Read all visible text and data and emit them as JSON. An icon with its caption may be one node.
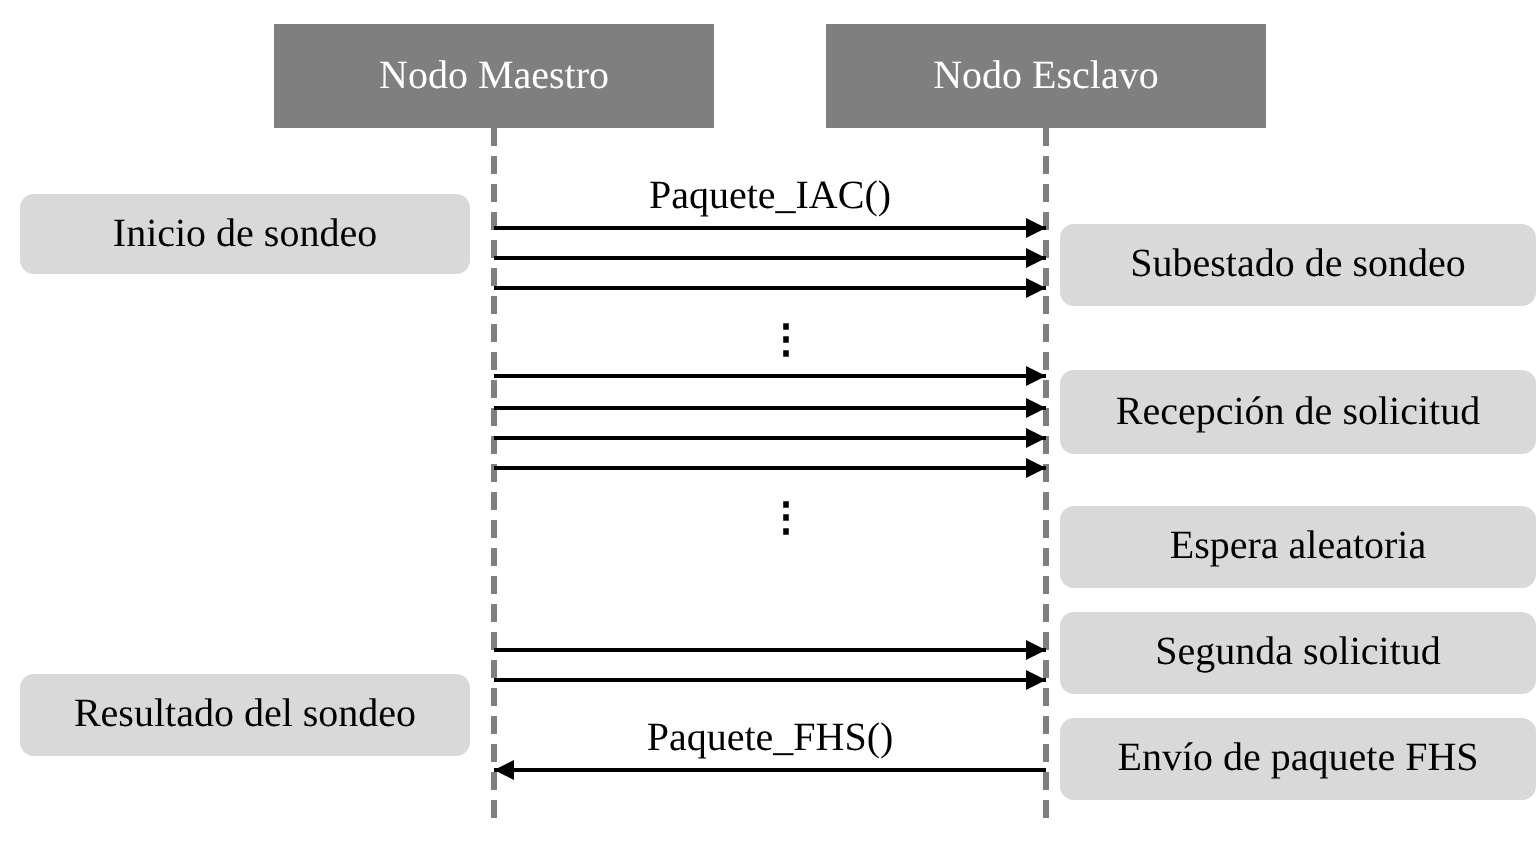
{
  "diagram": {
    "nodes": [
      {
        "text": [
          "Nodo Maestro"
        ]
      },
      {
        "text": [
          "Nodo Esclavo"
        ]
      },
      {
        "text": [
          "Inicio de sondeo"
        ]
      },
      {
        "text": [
          "Subestado de sondeo"
        ]
      },
      {
        "text": [
          "Recepción de solicitud"
        ]
      },
      {
        "text": [
          "Espera aleatoria"
        ]
      },
      {
        "text": [
          "Segunda solicitud"
        ]
      },
      {
        "text": [
          "Resultado del sondeo"
        ]
      },
      {
        "text": [
          "Envío de paquete FHS"
        ]
      }
    ],
    "edges": [
      {
        "from": 0,
        "to": 1,
        "arrow": "to",
        "label": "Paquete_IAC()"
      },
      {
        "from": 0,
        "to": 1,
        "arrow": "to"
      },
      {
        "from": 0,
        "to": 1,
        "arrow": "to"
      },
      {
        "from": 0,
        "to": 1,
        "arrow": "to"
      },
      {
        "from": 0,
        "to": 1,
        "arrow": "to"
      },
      {
        "from": 0,
        "to": 1,
        "arrow": "to"
      },
      {
        "from": 0,
        "to": 1,
        "arrow": "to"
      },
      {
        "from": 0,
        "to": 1,
        "arrow": "to"
      },
      {
        "from": 0,
        "to": 1,
        "arrow": "to"
      },
      {
        "from": 1,
        "to": 0,
        "arrow": "to",
        "label": "Paquete_FHS()"
      }
    ],
    "labels": [
      "⋮",
      "⋮"
    ]
  }
}
